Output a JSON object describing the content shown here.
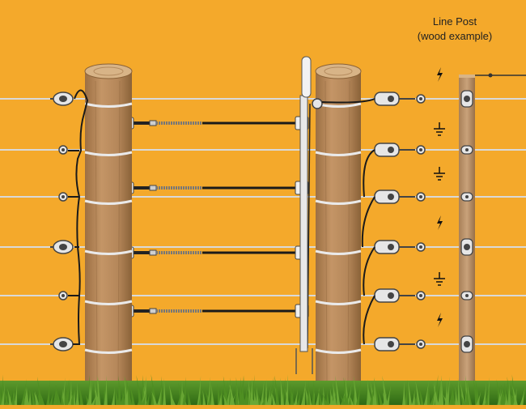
{
  "diagram": {
    "labels": {
      "line_post_title": "Line Post",
      "line_post_subtitle": "(wood example)"
    },
    "colors": {
      "background": "#f4a92b",
      "wire": "#d9d9d9",
      "lead_wire": "#1a1a1a",
      "post_wood": "#b8895a",
      "post_dark": "#8a6238",
      "grass": "#3e7d1c",
      "insulator": "#e6e6e6"
    },
    "symbols": {
      "hot_wire": "lightning-bolt-icon",
      "ground_wire": "ground-symbol-icon"
    },
    "wire_sequence": [
      "hot",
      "ground",
      "ground",
      "hot",
      "ground",
      "hot"
    ]
  }
}
